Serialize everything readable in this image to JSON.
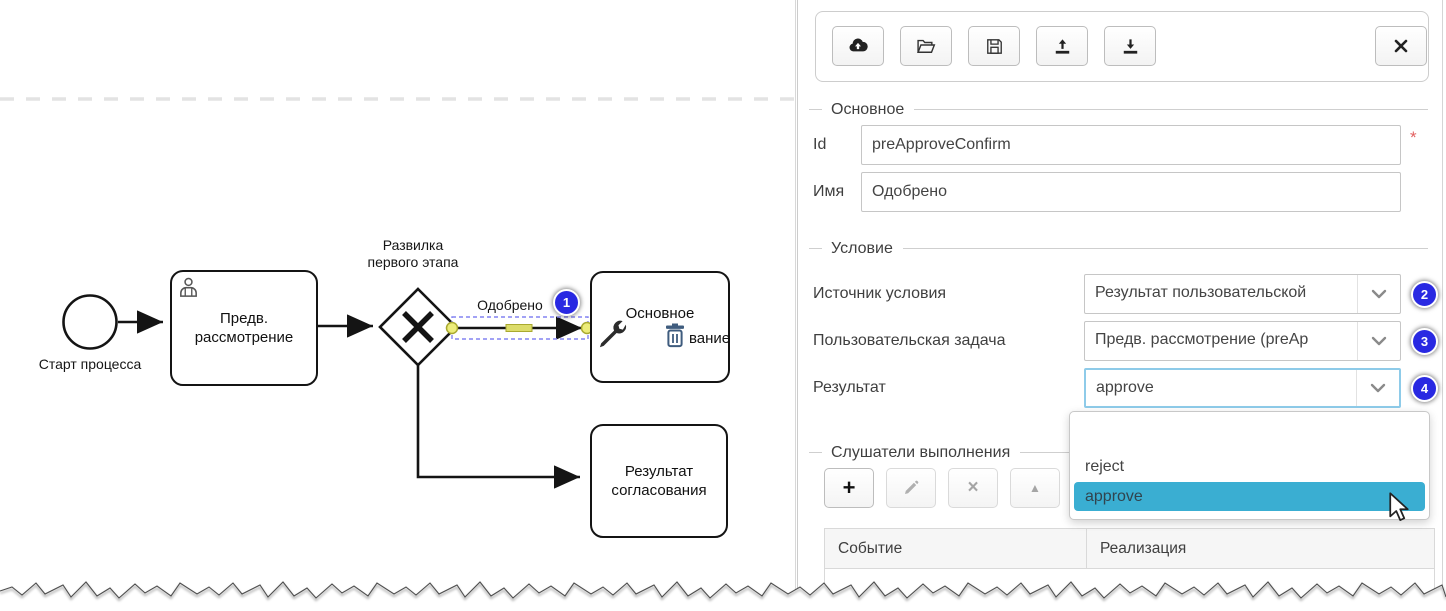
{
  "diagram": {
    "start_event_label": "Старт процесса",
    "task_pre_review_line1": "Предв.",
    "task_pre_review_line2": "рассмотрение",
    "gateway_label_line1": "Развилка",
    "gateway_label_line2": "первого этапа",
    "flow_label": "Одобрено",
    "flow_badge": "1",
    "task_main_line1": "Основное",
    "task_main_line2": "вание",
    "task_result_line1": "Результат",
    "task_result_line2": "согласования"
  },
  "panel": {
    "toolbar": {
      "icons": [
        "cloud-upload",
        "folder-open",
        "save",
        "upload",
        "download"
      ],
      "close_icon": "close"
    },
    "main_section": {
      "legend": "Основное",
      "id_label": "Id",
      "id_value": "preApproveConfirm",
      "required_mark": "*",
      "name_label": "Имя",
      "name_value": "Одобрено"
    },
    "condition_section": {
      "legend": "Условие",
      "rows": [
        {
          "label": "Источник условия",
          "value": "Результат пользовательской",
          "badge": "2"
        },
        {
          "label": "Пользовательская задача",
          "value": "Предв. рассмотрение (preAp",
          "badge": "3"
        },
        {
          "label": "Результат",
          "value": "approve",
          "badge": "4"
        }
      ]
    },
    "dropdown": {
      "options": [
        "",
        "reject",
        "approve"
      ],
      "highlighted": "approve"
    },
    "listeners_section": {
      "legend": "Слушатели выполнения",
      "add_label": "+",
      "delete_label": "×",
      "moveup_label": "▲",
      "table_headers": [
        "Событие",
        "Реализация"
      ]
    }
  },
  "colors": {
    "badge_blue": "#2929e2",
    "dropdown_highlight": "#3aaed2",
    "selection_blue": "#8484f2",
    "endpoint_yellow": "#ecec7a",
    "focused_select_border": "#8ecbe9"
  }
}
